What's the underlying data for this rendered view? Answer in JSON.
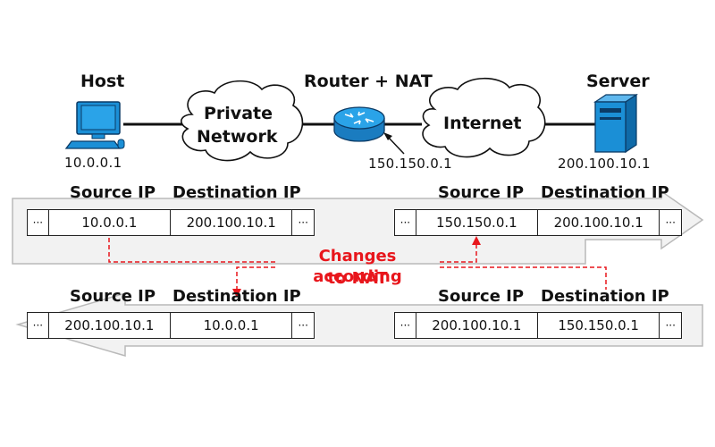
{
  "nodes": {
    "host": {
      "label": "Host",
      "ip": "10.0.0.1"
    },
    "private_network": {
      "line1": "Private",
      "line2": "Network"
    },
    "router": {
      "label": "Router + NAT",
      "ip": "150.150.0.1"
    },
    "internet": {
      "label": "Internet"
    },
    "server": {
      "label": "Server",
      "ip": "200.100.10.1"
    }
  },
  "packets": {
    "header_source": "Source IP",
    "header_destination": "Destination IP",
    "ellipsis": "···",
    "outbound_private": {
      "source": "10.0.0.1",
      "destination": "200.100.10.1"
    },
    "outbound_public": {
      "source": "150.150.0.1",
      "destination": "200.100.10.1"
    },
    "return_private": {
      "source": "200.100.10.1",
      "destination": "10.0.0.1"
    },
    "return_public": {
      "source": "200.100.10.1",
      "destination": "150.150.0.1"
    }
  },
  "annotation": {
    "line1": "Changes according",
    "line2": "to NAT",
    "color": "#e8161c"
  },
  "colors": {
    "device_blue": "#1b8fd6",
    "arrow_fill": "#f2f2f2",
    "arrow_stroke": "#b9b9b9"
  }
}
